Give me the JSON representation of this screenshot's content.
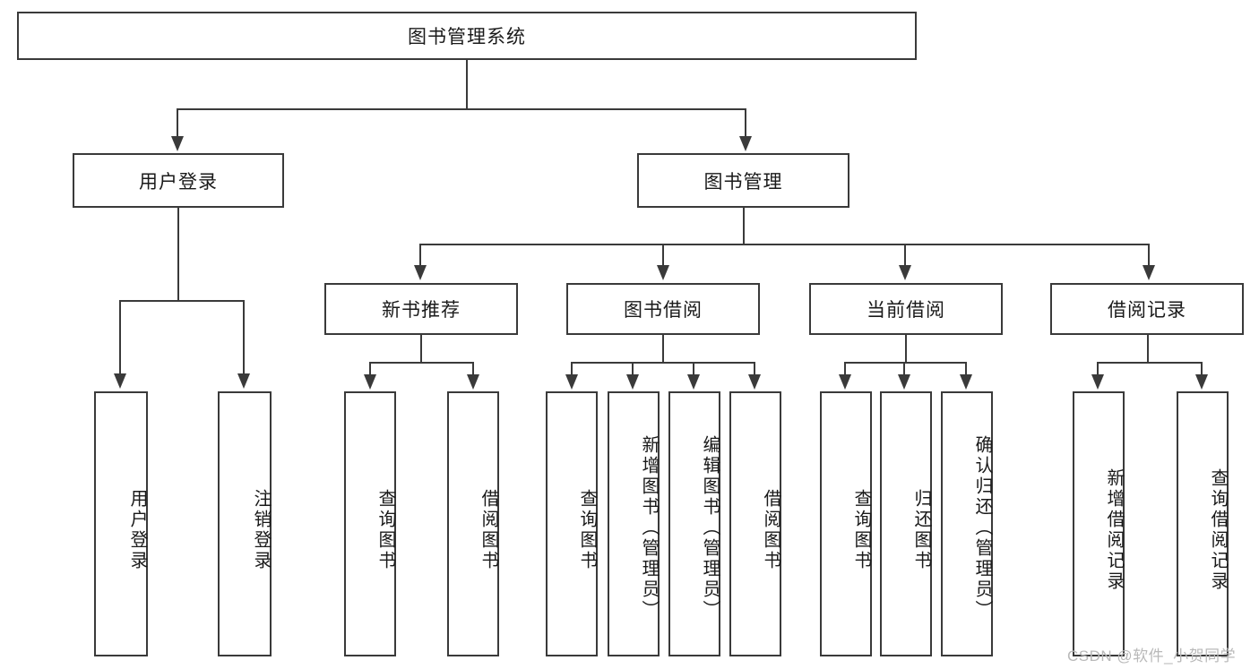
{
  "diagram": {
    "title": "图书管理系统",
    "type": "hierarchy-tree",
    "root": {
      "label": "图书管理系统"
    },
    "level2": [
      {
        "label": "用户登录"
      },
      {
        "label": "图书管理"
      }
    ],
    "level3": [
      {
        "label": "新书推荐"
      },
      {
        "label": "图书借阅"
      },
      {
        "label": "当前借阅"
      },
      {
        "label": "借阅记录"
      }
    ],
    "leaves": {
      "user_login": [
        {
          "label": "用户登录"
        },
        {
          "label": "注销登录"
        }
      ],
      "new_book_recommend": [
        {
          "label": "查询图书"
        },
        {
          "label": "借阅图书"
        }
      ],
      "book_borrow": [
        {
          "label": "查询图书"
        },
        {
          "label": "新增图书（管理员）"
        },
        {
          "label": "编辑图书（管理员）"
        },
        {
          "label": "借阅图书"
        }
      ],
      "current_borrow": [
        {
          "label": "查询图书"
        },
        {
          "label": "归还图书"
        },
        {
          "label": "确认归还（管理员）"
        }
      ],
      "borrow_record": [
        {
          "label": "新增借阅记录"
        },
        {
          "label": "查询借阅记录"
        }
      ]
    }
  },
  "watermark": {
    "text": "CSDN @软件_小贺同学"
  },
  "colors": {
    "stroke": "#3a3a3a",
    "background": "#ffffff",
    "text": "#1a1a1a",
    "watermark": "#b9b9b9"
  }
}
